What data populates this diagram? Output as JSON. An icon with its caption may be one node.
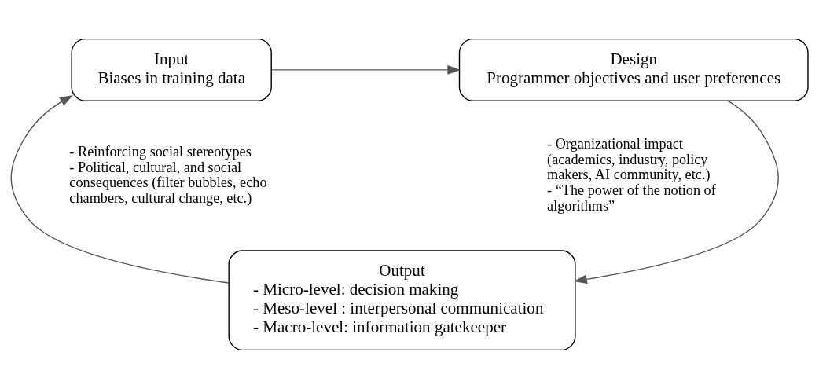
{
  "diagram": {
    "nodes": [
      {
        "text": [
          "Input",
          "Biases in training data"
        ]
      },
      {
        "text": [
          "Design",
          "Programmer objectives and user preferences"
        ]
      },
      {
        "text": [
          "Output",
          "- Micro-level: decision making",
          "- Meso-level : interpersonal communication",
          "- Macro-level: information gatekeeper"
        ]
      }
    ],
    "edges": [
      {
        "from": 0,
        "to": 1,
        "arrow": "to"
      },
      {
        "from": 1,
        "to": 2,
        "arrow": "to"
      },
      {
        "from": 2,
        "to": 0,
        "arrow": "to"
      }
    ],
    "labels": [
      "- Reinforcing social stereotypes",
      "- Political, cultural, and social consequences (filter bubbles, echo chambers, cultural change, etc.)",
      "- Organizational impact (academics, industry, policy makers, AI community, etc.)",
      "- “The power of the notion of algorithms”"
    ]
  }
}
